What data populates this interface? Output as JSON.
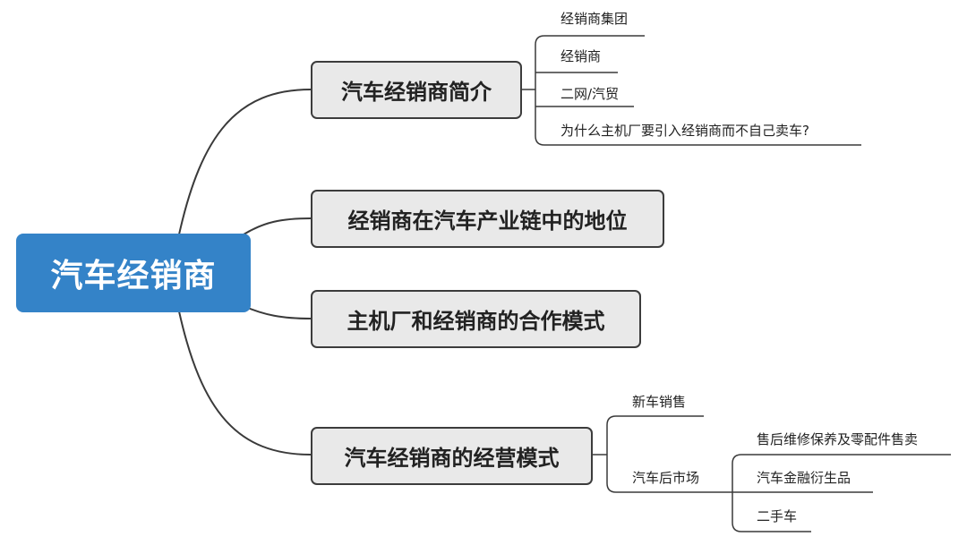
{
  "root": {
    "label": "汽车经销商",
    "color": "#3483c8"
  },
  "branches": [
    {
      "label": "汽车经销商简介",
      "children": [
        "经销商集团",
        "经销商",
        "二网/汽贸",
        "为什么主机厂要引入经销商而不自己卖车?"
      ]
    },
    {
      "label": "经销商在汽车产业链中的地位",
      "children": []
    },
    {
      "label": "主机厂和经销商的合作模式",
      "children": []
    },
    {
      "label": "汽车经销商的经营模式",
      "children": [
        {
          "label": "新车销售",
          "children": []
        },
        {
          "label": "汽车后市场",
          "children": [
            "售后维修保养及零配件售卖",
            "汽车金融衍生品",
            "二手车"
          ]
        }
      ]
    }
  ],
  "colors": {
    "line": "#3a3a3a",
    "branch_fill": "#e9e9e9",
    "root_text": "#ffffff"
  }
}
